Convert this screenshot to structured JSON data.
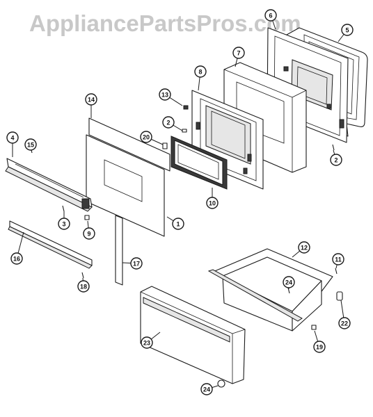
{
  "watermark": {
    "text": "AppliancePartsPros.com"
  },
  "callouts": [
    {
      "id": "c1",
      "label": "1",
      "part": "oven-door-outer-panel"
    },
    {
      "id": "c2a",
      "label": "2",
      "part": "screw"
    },
    {
      "id": "c2b",
      "label": "2",
      "part": "screw"
    },
    {
      "id": "c3",
      "label": "3",
      "part": "screw"
    },
    {
      "id": "c4",
      "label": "4",
      "part": "door-trim-top"
    },
    {
      "id": "c5",
      "label": "5",
      "part": "door-gasket"
    },
    {
      "id": "c6",
      "label": "6",
      "part": "inner-door-liner"
    },
    {
      "id": "c7",
      "label": "7",
      "part": "insulation"
    },
    {
      "id": "c8",
      "label": "8",
      "part": "window-frame"
    },
    {
      "id": "c9",
      "label": "9",
      "part": "clip"
    },
    {
      "id": "c10",
      "label": "10",
      "part": "window-glass"
    },
    {
      "id": "c11",
      "label": "11",
      "part": "screw"
    },
    {
      "id": "c12",
      "label": "12",
      "part": "storage-drawer"
    },
    {
      "id": "c13",
      "label": "13",
      "part": "spring"
    },
    {
      "id": "c14",
      "label": "14",
      "part": "glass-panel"
    },
    {
      "id": "c15",
      "label": "15",
      "part": "screw"
    },
    {
      "id": "c16",
      "label": "16",
      "part": "door-trim-bottom"
    },
    {
      "id": "c17",
      "label": "17",
      "part": "side-trim"
    },
    {
      "id": "c18",
      "label": "18",
      "part": "screw"
    },
    {
      "id": "c19",
      "label": "19",
      "part": "clip"
    },
    {
      "id": "c20",
      "label": "20",
      "part": "bracket"
    },
    {
      "id": "c22",
      "label": "22",
      "part": "roller"
    },
    {
      "id": "c23",
      "label": "23",
      "part": "drawer-front-panel"
    },
    {
      "id": "c24a",
      "label": "24",
      "part": "screw"
    },
    {
      "id": "c24b",
      "label": "24",
      "part": "glide"
    }
  ]
}
